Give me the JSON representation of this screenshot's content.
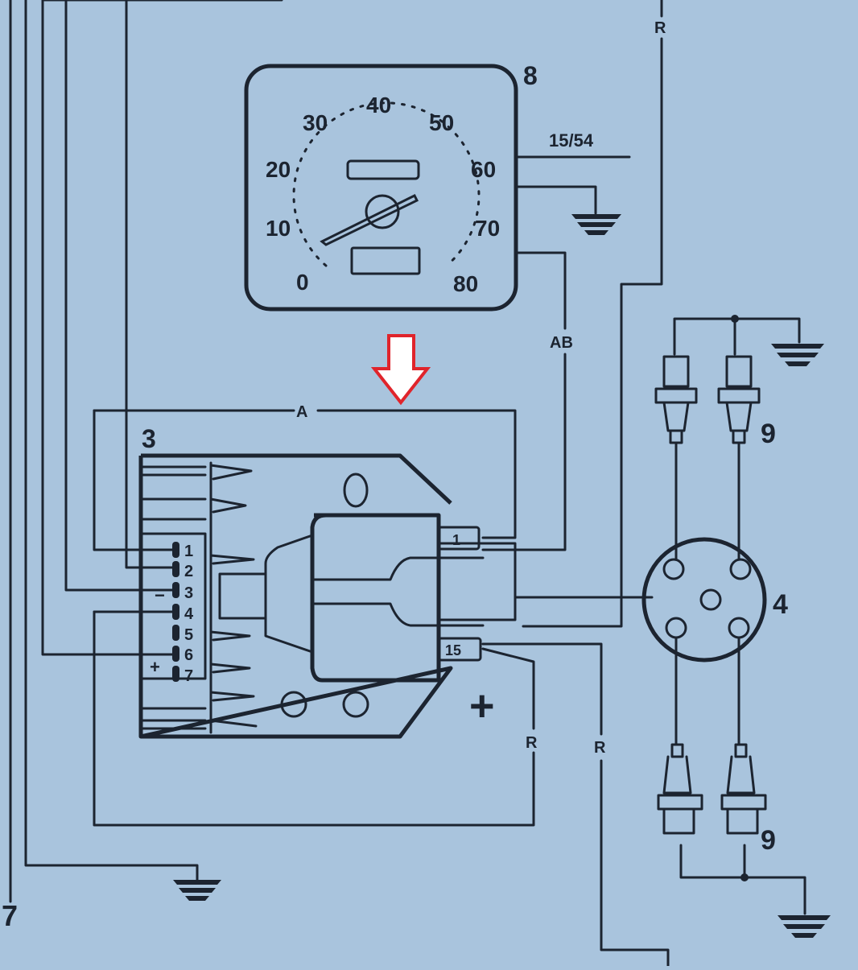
{
  "diagram": {
    "title": "Electronic ignition wiring diagram (detail)",
    "colors": {
      "background": "#a9c4dd",
      "ink": "#1c2430",
      "annotation_arrow": "#e0242b"
    },
    "components": {
      "speedometer": {
        "ref": "8",
        "scale_labels": [
          "0",
          "10",
          "20",
          "30",
          "40",
          "50",
          "60",
          "70",
          "80"
        ],
        "terminal_label": "15/54"
      },
      "ignition_module": {
        "ref": "3",
        "pins": [
          "1",
          "2",
          "3",
          "4",
          "5",
          "6",
          "7"
        ],
        "minus_label": "−",
        "plus_label": "+",
        "terminal_1": "1",
        "terminal_15": "15",
        "plus_symbol": "+"
      },
      "distributor": {
        "ref": "4"
      },
      "spark_plugs_top": {
        "ref": "9"
      },
      "spark_plugs_bottom": {
        "ref": "9"
      },
      "edge_ref": {
        "ref": "7"
      }
    },
    "wire_labels": {
      "top_right": "R",
      "ab": "AB",
      "a": "A",
      "r_module": "R",
      "r_right": "R"
    },
    "annotation": {
      "type": "down-arrow",
      "target": "wire A"
    }
  }
}
